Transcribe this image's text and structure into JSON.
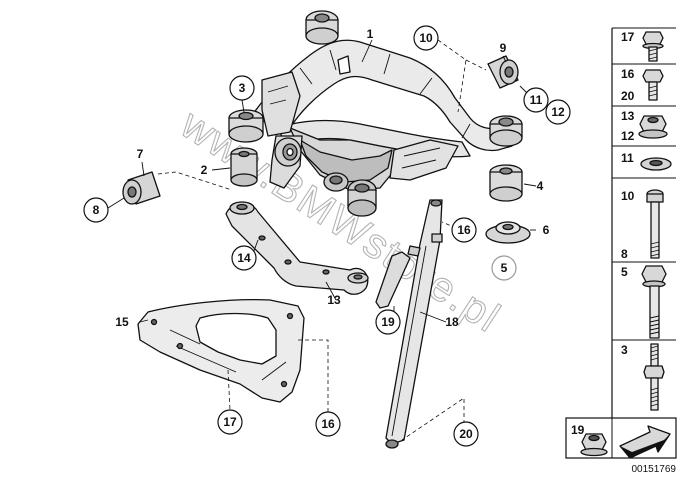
{
  "diagram": {
    "callouts": [
      {
        "id": "c1",
        "text": "1"
      },
      {
        "id": "c2",
        "text": "2"
      },
      {
        "id": "c3",
        "text": "3"
      },
      {
        "id": "c4",
        "text": "4"
      },
      {
        "id": "c5",
        "text": "5"
      },
      {
        "id": "c6",
        "text": "6"
      },
      {
        "id": "c7",
        "text": "7"
      },
      {
        "id": "c8",
        "text": "8"
      },
      {
        "id": "c9",
        "text": "9"
      },
      {
        "id": "c10",
        "text": "10"
      },
      {
        "id": "c11",
        "text": "11"
      },
      {
        "id": "c12",
        "text": "12"
      },
      {
        "id": "c13",
        "text": "13"
      },
      {
        "id": "c14",
        "text": "14"
      },
      {
        "id": "c15",
        "text": "15"
      },
      {
        "id": "c16a",
        "text": "16"
      },
      {
        "id": "c16b",
        "text": "16"
      },
      {
        "id": "c17",
        "text": "17"
      },
      {
        "id": "c18",
        "text": "18"
      },
      {
        "id": "c19",
        "text": "19"
      },
      {
        "id": "c20",
        "text": "20"
      }
    ],
    "watermark": "www.BMWstore.pl"
  },
  "sidebar": {
    "items": [
      {
        "labels": [
          "17"
        ],
        "icon": "flange-bolt-icon"
      },
      {
        "labels": [
          "16",
          "20"
        ],
        "icon": "short-bolt-icon"
      },
      {
        "labels": [
          "13",
          "12"
        ],
        "icon": "flange-nut-icon"
      },
      {
        "labels": [
          "11"
        ],
        "icon": "washer-icon"
      },
      {
        "labels": [
          "10",
          "8"
        ],
        "icon": "long-bolt-icon"
      },
      {
        "labels": [
          "5"
        ],
        "icon": "hex-bolt-icon"
      },
      {
        "labels": [
          "3"
        ],
        "icon": "stud-bolt-icon"
      },
      {
        "labels": [
          "19"
        ],
        "icon": "nut-icon"
      }
    ],
    "direction_icon": "forward-arrow-icon"
  },
  "reference_number": "00151769"
}
